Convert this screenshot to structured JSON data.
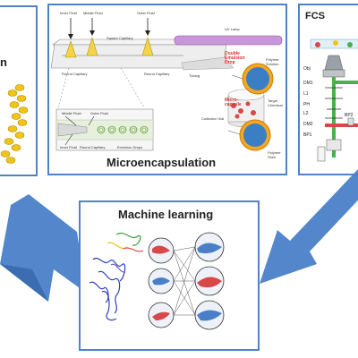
{
  "colors": {
    "panel_border": "#4f83c6",
    "arrow": "#4a7fc7"
  },
  "left_panel": {
    "title": "n"
  },
  "micro_panel": {
    "caption": "Microencapsulation",
    "top_labels": {
      "inner_fluid": "Inner Fluid",
      "middle_fluid": "Middle Fluid",
      "outer_fluid": "Outer Fluid",
      "uv_lamp": "UV Lamp",
      "square_capillary": "Square Capillary",
      "round_capillary_1": "Round Capillary",
      "round_capillary_2": "Round Capillary",
      "tubing": "Tubing"
    },
    "inset_labels": {
      "middle_fluid": "Middle Fluid",
      "outer_fluid": "Outer Fluid",
      "inner_fluid": "Inner Fluid",
      "round_capillary": "Round Capillary",
      "emulsion_drops": "Emulsion Drops"
    },
    "right_labels": {
      "double_emulsion": "Double Emulsion Drop",
      "micro_capsule": "Micro-capsule",
      "collection_vial": "Collection Vial",
      "polymer_solution": "Polymer Solution",
      "target_chemical": "Target Chemical",
      "polymer_shell": "Polymer Shell"
    }
  },
  "fcs_panel": {
    "title": "FCS",
    "labels": {
      "obj": "Obj",
      "dm1": "DM1",
      "l1": "L1",
      "ph": "PH",
      "l2": "L2",
      "dm2": "DM2",
      "bp1": "BP1",
      "bp2": "BP2"
    }
  },
  "ml_panel": {
    "title": "Machine learning"
  }
}
